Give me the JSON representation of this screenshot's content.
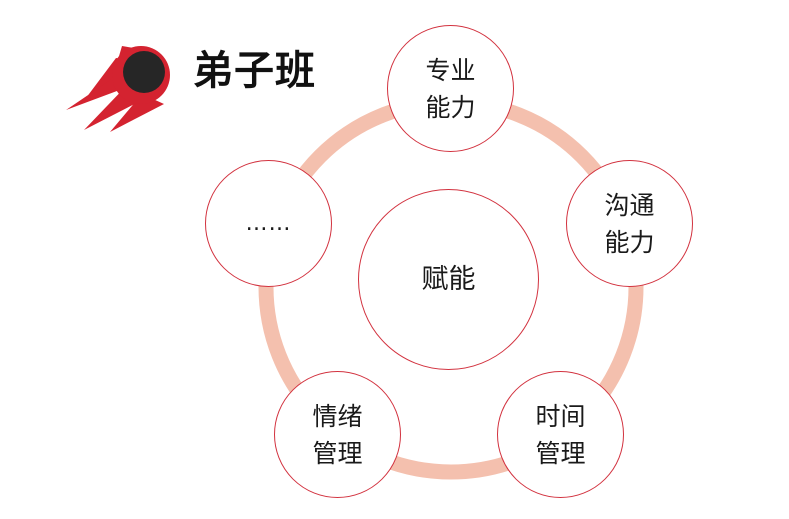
{
  "brand": {
    "title": "弟子班",
    "logo_icon": "meteor-icon",
    "accent_color": "#d42330"
  },
  "diagram": {
    "ring_color": "#f4c0ae",
    "node_border_color": "#d2323f",
    "center": {
      "label": "赋能"
    },
    "nodes": [
      {
        "line1": "专业",
        "line2": "能力"
      },
      {
        "line1": "沟通",
        "line2": "能力"
      },
      {
        "line1": "时间",
        "line2": "管理"
      },
      {
        "line1": "情绪",
        "line2": "管理"
      },
      {
        "line1": "……"
      }
    ]
  }
}
